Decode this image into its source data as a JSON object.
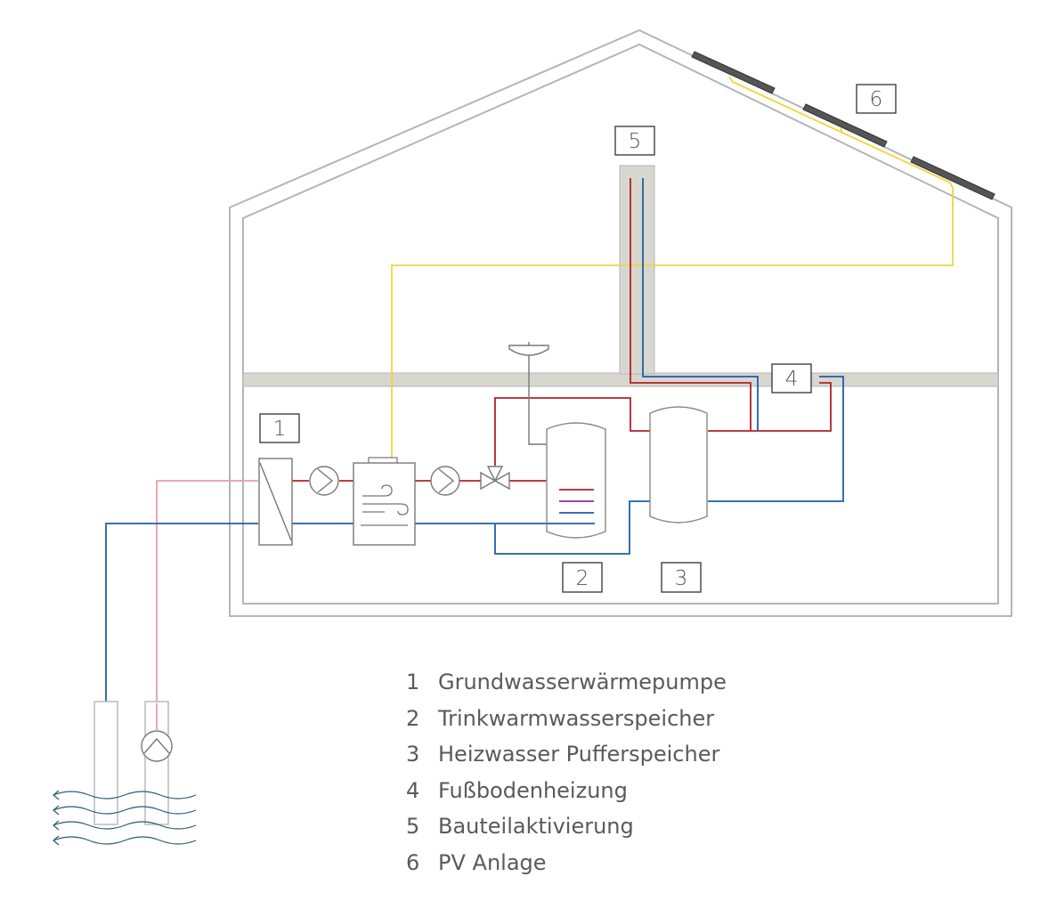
{
  "labels": {
    "hp": "1",
    "dhw": "2",
    "buffer": "3",
    "floor": "4",
    "tabs": "5",
    "pv": "6"
  },
  "legend": [
    {
      "num": "1",
      "text": "Grundwasserwärmepumpe"
    },
    {
      "num": "2",
      "text": "Trinkwarmwasserspeicher"
    },
    {
      "num": "3",
      "text": "Heizwasser Pufferspeicher"
    },
    {
      "num": "4",
      "text": "Fußbodenheizung"
    },
    {
      "num": "5",
      "text": "Bauteilaktivierung"
    },
    {
      "num": "6",
      "text": "PV Anlage"
    }
  ],
  "colors": {
    "outline": "#b5b5b5",
    "slab": "#d8d7cf",
    "hot_pipe": "#b3202a",
    "cold_pipe": "#1f5ea8",
    "well_pipe_hot": "#e3a0a5",
    "pv_cable": "#f2d43a",
    "purple_coil": "#8b2fa0",
    "panel": "#555555",
    "water": "#2a5c6e"
  }
}
